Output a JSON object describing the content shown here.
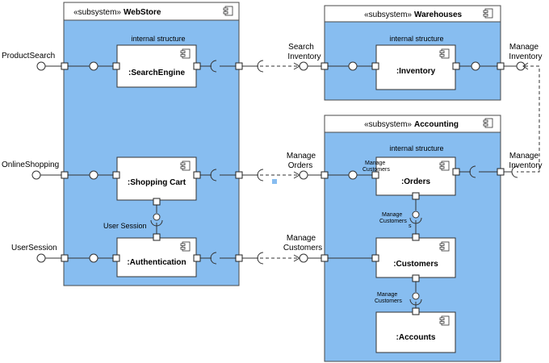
{
  "stereotype": "«subsystem»",
  "subsystems": {
    "webstore": {
      "name": "WebStore",
      "internal": "internal structure"
    },
    "warehouses": {
      "name": "Warehouses",
      "internal": "internal structure"
    },
    "accounting": {
      "name": "Accounting",
      "internal": "internal structure"
    }
  },
  "components": {
    "search_engine": ":SearchEngine",
    "shopping_cart": ":Shopping Cart",
    "authentication": ":Authentication",
    "inventory": ":Inventory",
    "orders": ":Orders",
    "customers": ":Customers",
    "accounts": ":Accounts"
  },
  "interfaces": {
    "product_search": "ProductSearch",
    "online_shopping": "OnlineShopping",
    "user_session_ext": "UserSession",
    "user_session_int": "User Session",
    "search_inventory_1": "Search",
    "search_inventory_2": "Inventory",
    "manage_inventory_top_1": "Manage",
    "manage_inventory_top_2": "Inventory",
    "manage_orders_1": "Manage",
    "manage_orders_2": "Orders",
    "manage_inventory_mid_1": "Manage",
    "manage_inventory_mid_2": "Inventory",
    "manage_customers_1": "Manage",
    "manage_customers_2": "Customers",
    "mc_orders_1": "Manage",
    "mc_orders_2": "Customers",
    "mc_cust_1": "Manage",
    "mc_cust_2": "Customers",
    "mc_acc_1": "Manage",
    "mc_acc_2": "Customers",
    "tiny_s": "s"
  }
}
